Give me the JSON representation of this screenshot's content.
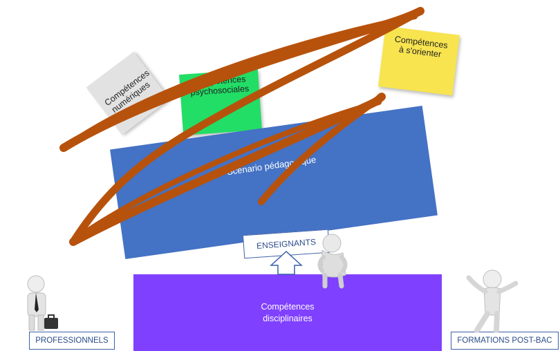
{
  "notes": {
    "numeriques": "Compétences numériques",
    "psychosociales": "Compétences psychosociales",
    "orienter": "Compétences à s'orienter"
  },
  "scenario_label": "Scénario pédagogique",
  "enseignants_label": "ENSEIGNANTS",
  "disciplinaires_label": "Compétences disciplinaires",
  "professionnels_label": "PROFESSIONNELS",
  "formations_label": "FORMATIONS POST-BAC",
  "colors": {
    "scribble": "#b7520c",
    "scenario": "#4472c4",
    "disciplinaires": "#8040ff",
    "note_numeriques": "#e2e2e2",
    "note_psychosociales": "#22dd66",
    "note_orienter": "#f7e44f",
    "label_border": "#3a5fa8"
  },
  "icons": [
    "businessman-figure-icon",
    "seated-thinking-figure-icon",
    "celebrating-figure-icon",
    "up-arrow-icon"
  ]
}
